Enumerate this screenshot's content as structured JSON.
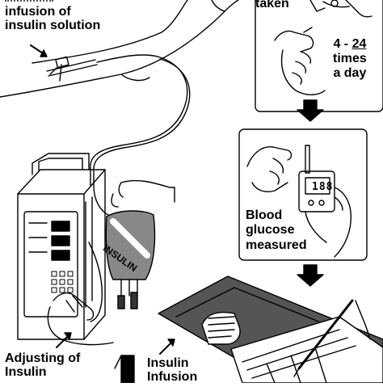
{
  "labels": {
    "infusion_line1": "infusion of",
    "infusion_line2": "insulin solution",
    "taken": "taken",
    "times_line1": "4 - ",
    "times_number": "24",
    "times_line2": "times",
    "times_line3": "a day",
    "blood_line1": "Blood",
    "blood_line2": "glucose",
    "blood_line3": "measured",
    "adjust_line1": "Adjusting of",
    "adjust_line2": "Insulin",
    "insulin_inf_line1": "Insulin",
    "insulin_inf_line2": "Infusion"
  },
  "bag_label": "INSULIN",
  "meter_display": "188",
  "colors": {
    "ink": "#000000",
    "paper": "#ffffff",
    "gray": "#888888",
    "dark_gray": "#333333"
  },
  "icons": [
    "arm-illustration",
    "finger-prick-panel",
    "glucose-meter-panel",
    "infusion-pump",
    "insulin-bag",
    "clipboard-chart",
    "arrow-down",
    "pointer-arrow"
  ]
}
